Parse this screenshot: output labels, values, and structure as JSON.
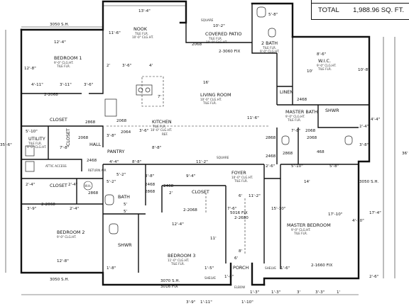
{
  "summary": {
    "label": "TOTAL",
    "value": "1,988.96 SQ. FT."
  },
  "rooms": {
    "nook": {
      "name": "NOOK",
      "floor": "TILE FLR.",
      "ceiling": "10'-0\" CLG.HT."
    },
    "covered_patio": {
      "name": "COVERED PATIO",
      "floor": "TILE FLR.",
      "ceiling": "10'-0\" CLG.HT."
    },
    "bath2": {
      "name": "2 BATH",
      "floor": "TILE FLR.",
      "ceiling": "9'-0\" CLG.HT."
    },
    "bedroom1": {
      "name": "BEDROOM 1",
      "ceiling": "9'-0\" CLG.HT.",
      "floor": "TILE FLR."
    },
    "wic": {
      "name": "W.I.C.",
      "ceiling": "9'-0\" CLG.HT.",
      "floor": "TILE FLR."
    },
    "living": {
      "name": "LIVING ROOM",
      "ceiling": "10'-0\" CLG.HT.",
      "floor": "TILE FLR."
    },
    "kitchen": {
      "name": "KITCHEN",
      "floor": "TILE FLR.",
      "ceiling": "10'-0\" CLG.HT."
    },
    "linen": {
      "name": "LINEN"
    },
    "master_bath": {
      "name": "MASTER BATH",
      "ceiling": "9'-0\" CLG.HT.",
      "floor": "TILE FLR."
    },
    "shwr_master": {
      "name": "SHWR"
    },
    "closet1": {
      "name": "CLOSET"
    },
    "utility": {
      "name": "UTILITY",
      "floor": "TILE FLR.",
      "ceiling": "9'-0\" CLG.HT."
    },
    "closet_u": {
      "name": "CLOSET"
    },
    "hall": {
      "name": "HALL"
    },
    "pantry": {
      "name": "PANTRY"
    },
    "ref": {
      "name": "REF."
    },
    "attic": {
      "name": "ATTIC ACCESS"
    },
    "return_air": {
      "name": "RETURN AIR"
    },
    "closet2": {
      "name": "CLOSET"
    },
    "wh": {
      "name": "W.H."
    },
    "bath_hall": {
      "name": "BATH"
    },
    "closet3": {
      "name": "CLOSET"
    },
    "foyer": {
      "name": "FOYER",
      "ceiling": "10'-0\" CLG.HT.",
      "floor": "TILE FLR."
    },
    "bedroom2": {
      "name": "BEDROOM 2",
      "ceiling": "9'-0\" CLG.HT."
    },
    "shwr_hall": {
      "name": "SHWR"
    },
    "bedroom3": {
      "name": "BEDROOM 3",
      "ceiling": "11'-0\" CLG.HT.",
      "floor": "TILE FLR."
    },
    "master_bed": {
      "name": "MASTER BEDROOM",
      "ceiling": "9'-0\" CLG.HT.",
      "floor": "TILE FLR."
    },
    "porch": {
      "name": "PORCH"
    },
    "shelve": {
      "name": "SHELVE"
    },
    "shelve2": {
      "name": "SHELVE"
    },
    "elbow": {
      "name": "ELBOW"
    },
    "bath2_sq": {
      "name": "SQUARE"
    },
    "living_sq": {
      "name": "SQUARE"
    }
  },
  "dims": {
    "d_3050_top": "3050 S.H.",
    "d_13_4": "13'-4\"",
    "d_10_2": "10'-2\"",
    "d_5_8_top": "5'-8\"",
    "d_12_4_b1": "12'-4\"",
    "d_11_6_nook": "11'-6\"",
    "d_12_8_b1": "12'-8\"",
    "d_4_11": "4'-11\"",
    "d_3_11": "3'-11\"",
    "d_3_6a": "3'-6\"",
    "d_2068_b1": "2-2068",
    "d_2068_patio": "2068",
    "d_3060": "2-3060 FIX",
    "d_8_6": "8'-6\"",
    "d_10_wic": "10'",
    "d_10_8": "10'-8\"",
    "d_2": "2'",
    "d_3_6b": "3'-6\"",
    "d_4": "4'",
    "d_16": "16'",
    "d_7": "7'",
    "d_11_6_lr": "11'-6\"",
    "d_2468_mb": "2468",
    "d_4_4": "4'-4\"",
    "d_2_4_mb": "2'-4\"",
    "d_7_8": "7'-8\"",
    "d_2068_mbath": "2068",
    "d_2868_l": "2868",
    "d_3_8_mb": "3'-8\"",
    "d_5_10_u": "5'-10\"",
    "d_2068_hall": "2068",
    "d_2868_h": "2868",
    "d_3_8_h": "3'-8\"",
    "d_3_6_k": "3'-6\"",
    "d_8_8_k": "8'-8\"",
    "d_8_8b": "8'-8\"",
    "d_11_2": "11'-2\"",
    "d_36": "36'",
    "d_35_6": "35'-6\"",
    "d_7_8_u": "7'-8\"",
    "d_2468_u": "2468",
    "d_4_4b": "4'-4\"",
    "d_5_2a": "5'-2\"",
    "d_3_8b": "3'-8\"",
    "d_9_4": "9'-4\"",
    "d_2_6": "2'-6\"",
    "d_5_10_f": "5'-10\"",
    "d_5_8_f": "5'-8\"",
    "d_2468_f": "2468",
    "d_3050_r": "3050 S.H.",
    "d_2_4_c2": "2'-4\"",
    "d_2_4_c2b": "2'-4\"",
    "d_2868_c2": "2868",
    "d_3_9": "3'-9\"",
    "d_2068_c2": "2-2068",
    "d_2_4_b2": "2'-4\"",
    "d_5_2b": "5'-2\"",
    "d_5": "5'",
    "d_2868_b3": "2868",
    "d_2_c3": "2'",
    "d_2068_c3": "2-2068",
    "d_12_4_b3": "12'-4\"",
    "d_11": "11'",
    "d_6": "6'",
    "d_11_f": "11'-2\"",
    "d_5016": "5016 FIX",
    "d_2680": "2-2680",
    "d_7_6": "7'-6\"",
    "d_14": "14'",
    "d_15_10": "15'-10\"",
    "d_17_10": "17'-10\"",
    "d_17_4": "17'-4\"",
    "d_4_10": "4'-10\"",
    "d_12_8_b2": "12'-8\"",
    "d_3050_b": "3050 S.H.",
    "d_8_p": "8'",
    "d_6_p": "6'",
    "d_1660": "2-1660 FIX",
    "d_3070": "3070 S.H.",
    "d_3016": "3016 FIX",
    "d_1_6": "1'-6\"",
    "d_2_6b": "2'-6\"",
    "d_3_3": "3'-3\"",
    "d_1_8": "1'-8\"",
    "d_3_9b": "3'-9\"",
    "d_1_3": "1'-3\"",
    "d_1_10": "1'-10\"",
    "d_2068_mb2": "2068",
    "d_468": "468",
    "d_2868_mb": "2868",
    "d_2064": "2064",
    "d_2068_k": "2068",
    "d_2468_c3": "2468",
    "d_2468_c3b": "2468",
    "d_1_5": "1'-5\"",
    "d_5_c": "5'",
    "d_1_8b": "1'-8\"",
    "d_1_3b": "1'-3\"",
    "d_1_11": "1'-11\"",
    "d_3": "3'",
    "d_1": "1'"
  }
}
